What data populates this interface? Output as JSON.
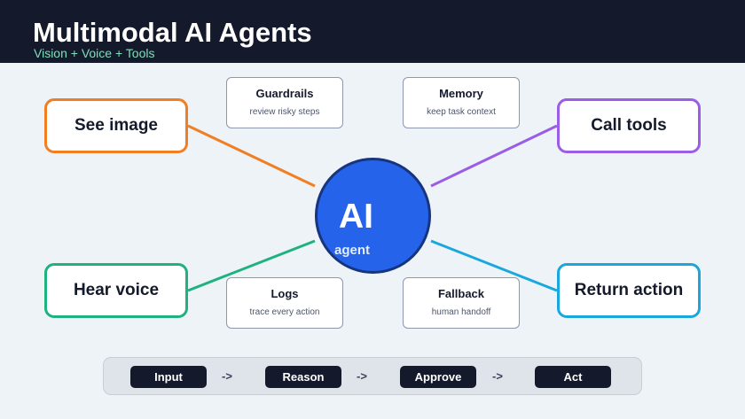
{
  "header": {
    "title": "Multimodal AI Agents",
    "subtitle": "Vision + Voice + Tools"
  },
  "hub": {
    "main": "AI",
    "sub": "agent",
    "color": "#2563eb"
  },
  "nodes": [
    {
      "label": "See image",
      "color": "#f07f23"
    },
    {
      "label": "Call tools",
      "color": "#9b5de5"
    },
    {
      "label": "Hear voice",
      "color": "#1fb27f"
    },
    {
      "label": "Return action",
      "color": "#1aa7dd"
    }
  ],
  "info_cards": [
    {
      "title": "Guardrails",
      "desc": "review risky steps"
    },
    {
      "title": "Memory",
      "desc": "keep task context"
    },
    {
      "title": "Logs",
      "desc": "trace every action"
    },
    {
      "title": "Fallback",
      "desc": "human handoff"
    }
  ],
  "pipeline": {
    "steps": [
      "Input",
      "Reason",
      "Approve",
      "Act"
    ],
    "arrow": "->"
  }
}
